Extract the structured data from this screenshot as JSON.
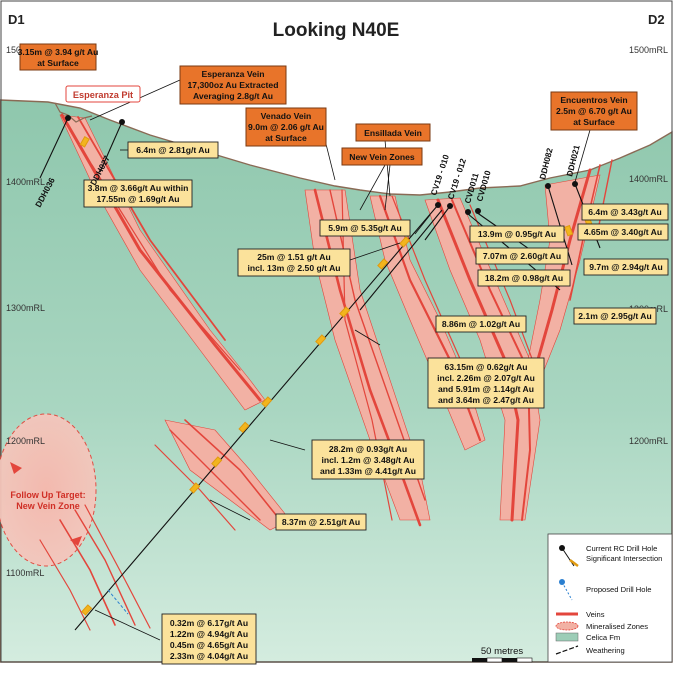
{
  "title": "Looking N40E",
  "section_ends": {
    "left": "D1",
    "right": "D2"
  },
  "rl_labels": {
    "left": [
      "1500mRL",
      "1400mRL",
      "1300mRL",
      "1200mRL",
      "1100mRL"
    ],
    "right": [
      "1500mRL",
      "1400mRL",
      "1300mRL",
      "1200mRL"
    ]
  },
  "pit_label": "Esperanza Pit",
  "orange_callouts": {
    "surface_top": [
      "3.15m @ 3.94 g/t Au",
      "at Surface"
    ],
    "esperanza": [
      "Esperanza Vein",
      "17,300oz Au Extracted",
      "Averaging 2.8g/t Au"
    ],
    "venado": [
      "Venado Vein",
      "9.0m @ 2.06 g/t Au",
      "at Surface"
    ],
    "ensillada": [
      "Ensillada Vein"
    ],
    "new_zones": [
      "New Vein Zones"
    ],
    "encuentros": [
      "Encuentros Vein",
      "2.5m @ 6.70 g/t Au",
      "at Surface"
    ]
  },
  "intercepts": {
    "a": [
      "6.4m @ 2.81g/t Au"
    ],
    "b": [
      "3.8m @ 3.66g/t Au within",
      "17.55m @ 1.69g/t Au"
    ],
    "c": [
      "5.9m @ 5.35g/t Au"
    ],
    "d": [
      "25m @ 1.51 g/t Au",
      "incl. 13m @ 2.50 g/t Au"
    ],
    "e": [
      "13.9m @ 0.95g/t Au"
    ],
    "f": [
      "7.07m @ 2.60g/t Au"
    ],
    "g": [
      "18.2m @ 0.98g/t Au"
    ],
    "h": [
      "6.4m @ 3.43g/t Au"
    ],
    "i": [
      "4.65m @ 3.40g/t Au"
    ],
    "j": [
      "9.7m @ 2.94g/t Au"
    ],
    "k": [
      "2.1m @ 2.95g/t Au"
    ],
    "l": [
      "8.86m @ 1.02g/t Au"
    ],
    "m": [
      "63.15m @ 0.62g/t Au",
      "incl. 2.26m @ 2.07g/t Au",
      "and 5.91m @ 1.14g/t Au",
      "and 3.64m @ 2.47g/t Au"
    ],
    "n": [
      "28.2m @ 0.93g/t Au",
      "incl. 1.2m @ 3.48g/t Au",
      "and 1.33m @ 4.41g/t Au"
    ],
    "o": [
      "8.37m @ 2.51g/t Au"
    ],
    "p": [
      "0.32m @ 6.17g/t Au",
      "1.22m @ 4.94g/t Au",
      "0.45m @ 4.65g/t Au",
      "2.33m @ 4.04g/t Au"
    ]
  },
  "drill_holes": {
    "ddh036": "DDH036",
    "ddh027": "DDH027",
    "cv19_010": "CV19 - 010",
    "cv19_012": "CV19 - 012",
    "cvd011": "CVD011",
    "cvd010": "CVD010",
    "ddh082": "DDH082",
    "ddh021": "DDH021"
  },
  "target": [
    "Follow Up Target:",
    "New Vein Zone"
  ],
  "scale_label": "50 metres",
  "legend": {
    "current": "Current RC Drill Hole",
    "significant": "Significant Intersection",
    "proposed": "Proposed Drill Hole",
    "veins": "Veins",
    "mineralised": "Mineralised Zones",
    "celica": "Celica Fm",
    "weathering": "Weathering"
  },
  "colors": {
    "sky": "#ffffff",
    "ground": "#9ccdb7",
    "ground_deep": "#c2e2d2",
    "vein": "#e3463c",
    "zone": "#f2b1a4",
    "orange_box": "#e8742a",
    "yellow_box": "#fbe29b",
    "intercept": "#f2b51d",
    "proposed": "#2a7fd0"
  }
}
